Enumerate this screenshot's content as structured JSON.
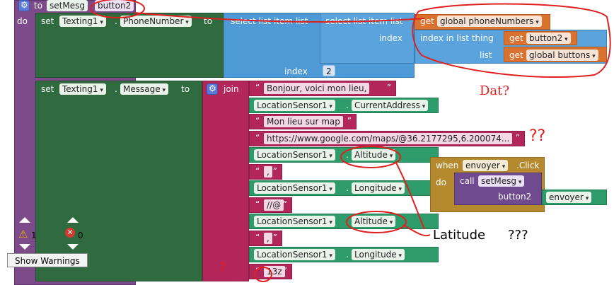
{
  "procedure": {
    "to": "to",
    "name": "setMesg",
    "param": "button2",
    "do": "do"
  },
  "set1": {
    "set": "set",
    "component": "Texting1",
    "dot": ".",
    "property": "PhoneNumber",
    "to": "to",
    "select_outer": "select list item  list",
    "select_inner": "select list item  list",
    "get": "get",
    "global_var": "global phoneNumbers",
    "index_label": "index",
    "index_in_list": "index in list  thing",
    "get2": "get",
    "var2": "button2",
    "list_label": "list",
    "get3": "get",
    "global_buttons": "global buttons",
    "index_outer": "index",
    "index_value": "2"
  },
  "set2": {
    "set": "set",
    "component": "Texting1",
    "dot": ".",
    "property": "Message",
    "to": "to",
    "join": "join",
    "items": [
      {
        "kind": "text",
        "value": "Bonjour, voici mon lieu,"
      },
      {
        "kind": "sensor",
        "component": "LocationSensor1",
        "property": "CurrentAddress"
      },
      {
        "kind": "text",
        "value": "Mon lieu sur map"
      },
      {
        "kind": "text",
        "value": "https://www.google.com/maps/@36.2177295,6.200074..."
      },
      {
        "kind": "sensor",
        "component": "LocationSensor1",
        "property": "Altitude"
      },
      {
        "kind": "text",
        "value": ","
      },
      {
        "kind": "sensor",
        "component": "LocationSensor1",
        "property": "Longitude"
      },
      {
        "kind": "text",
        "value": "//@"
      },
      {
        "kind": "sensor",
        "component": "LocationSensor1",
        "property": "Altitude"
      },
      {
        "kind": "text",
        "value": ","
      },
      {
        "kind": "sensor",
        "component": "LocationSensor1",
        "property": "Longitude"
      },
      {
        "kind": "text",
        "value": "13z"
      }
    ]
  },
  "event": {
    "when": "when",
    "component": "envoyer",
    "event": ".Click",
    "do": "do",
    "call": "call",
    "proc": "setMesg",
    "arg_label": "button2",
    "arg_value": "envoyer"
  },
  "warnings": {
    "warn_count": "1",
    "error_count": "0",
    "button": "Show Warnings"
  },
  "annotations": {
    "dat": "Dat?",
    "qq": "??",
    "latitude": "Latitude",
    "qqq": "???",
    "q": "?"
  },
  "colors": {
    "procedure": "#7d4b8a",
    "set": "#2f6b3e",
    "list": "#4e9ad6",
    "variable": "#d9722f",
    "text": "#b2265a",
    "sensor": "#2e9b6a",
    "annotation": "#e02020"
  }
}
